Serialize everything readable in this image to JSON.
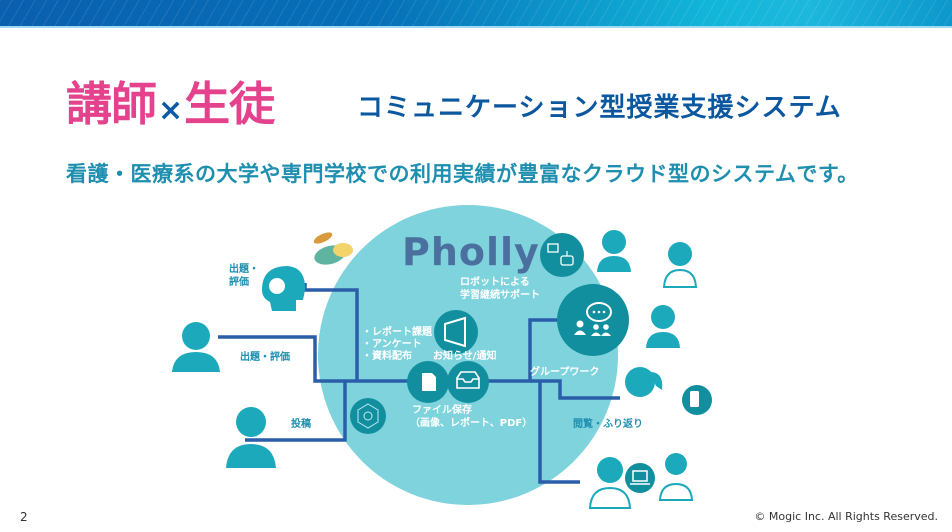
{
  "header": {
    "title_left": "講師",
    "title_times": "×",
    "title_right": "生徒",
    "subtitle": "コミュニケーション型授業支援システム",
    "tagline": "看護・医療系の大学や専門学校での利用実績が豊富なクラウド型のシステムです。"
  },
  "diagram": {
    "logo": "Pholly",
    "robot_support": [
      "ロボットによる",
      "学習継続サポート"
    ],
    "teacher_side_list": [
      "・レポート課題",
      "・アンケート",
      "・資料配布"
    ],
    "notice": "お知らせ/通知",
    "file_storage": [
      "ファイル保存",
      "（画像、レポート、PDF）"
    ],
    "group_work": "グループワーク",
    "left_labels": {
      "top": [
        "出題・",
        "評価"
      ],
      "middle": "出題・評価",
      "bottom": "投稿"
    },
    "right_label": "閲覧・ふり返り",
    "icons": [
      "megaphone-icon",
      "document-icon",
      "inbox-icon",
      "robot-chat-icon",
      "group-chat-icon",
      "radar-chart-icon",
      "smartphone-icon",
      "laptop-icon"
    ]
  },
  "colors": {
    "pink": "#e4428d",
    "navy": "#0b57a0",
    "teal": "#1f8fb0",
    "circle": "#7fd3dc",
    "icon_teal": "#118f9e",
    "line": "#2a5ea8"
  },
  "footer": {
    "page_number": "2",
    "copyright": "© Mogic Inc. All Rights Reserved."
  }
}
